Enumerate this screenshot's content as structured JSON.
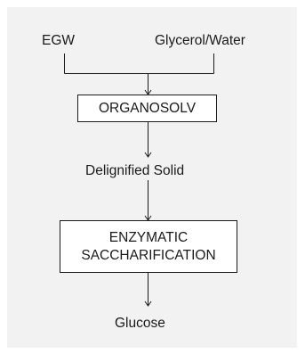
{
  "inputs": {
    "left": "EGW",
    "right": "Glycerol/Water"
  },
  "process_1": "ORGANOSOLV",
  "intermediate": "Delignified Solid",
  "process_2": {
    "line1": "ENZYMATIC",
    "line2": "SACCHARIFICATION"
  },
  "output": "Glucose",
  "colors": {
    "panel": "#f2f2f2",
    "box_fill": "#ffffff",
    "line": "#1a1a1a"
  }
}
